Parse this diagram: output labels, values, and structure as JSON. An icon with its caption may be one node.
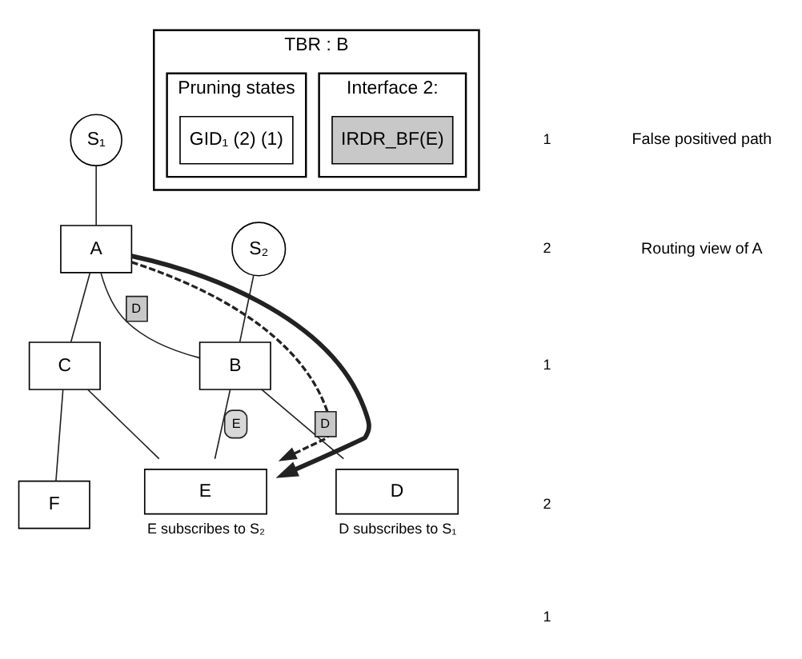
{
  "diagram": {
    "nodes": [
      {
        "text": [
          "S₁"
        ]
      },
      {
        "text": [
          "A"
        ]
      },
      {
        "text": [
          "S₂"
        ]
      },
      {
        "text": [
          "B"
        ]
      },
      {
        "text": [
          "C"
        ]
      },
      {
        "text": [
          "D"
        ],
        "beside": [
          "D subscribes to S₁"
        ]
      },
      {
        "text": [
          "E"
        ],
        "beside": [
          "E subscribes to S₂"
        ]
      },
      {
        "text": [
          "F"
        ]
      },
      {
        "text": [
          "TBR : B"
        ]
      },
      {
        "text": [
          "Interface 2:"
        ],
        "in": 8
      },
      {
        "text": [
          "IRDR_BF(E)"
        ],
        "in": 9
      },
      {
        "text": [
          "Pruning states"
        ],
        "in": 8
      },
      {
        "text": [
          "GID₁ (2) (1)"
        ],
        "in": 11
      }
    ],
    "edges": [
      {
        "from": 0,
        "to": 1,
        "arrow": "none"
      },
      {
        "from": 1,
        "to": 3,
        "arrow": "none",
        "label": "D"
      },
      {
        "from": 1,
        "to": 4,
        "arrow": "none"
      },
      {
        "from": 2,
        "to": 3,
        "arrow": "none"
      },
      {
        "from": 3,
        "to": 5,
        "arrow": "none",
        "label": "D"
      },
      {
        "from": 3,
        "to": 6,
        "arrow": "none",
        "label": "E"
      },
      {
        "from": 4,
        "to": 6,
        "arrow": "none"
      },
      {
        "from": 4,
        "to": 7,
        "arrow": "none"
      },
      {
        "from": 1,
        "to": 6,
        "arrow": "to",
        "style": "dashed"
      },
      {
        "from": 1,
        "to": 6,
        "arrow": "to",
        "style": "thick"
      }
    ],
    "labels": [
      "1",
      "2",
      "1",
      "2",
      "1"
    ],
    "legend": [
      {
        "text": "False positived path"
      },
      {
        "text": "Routing view of A"
      }
    ]
  }
}
